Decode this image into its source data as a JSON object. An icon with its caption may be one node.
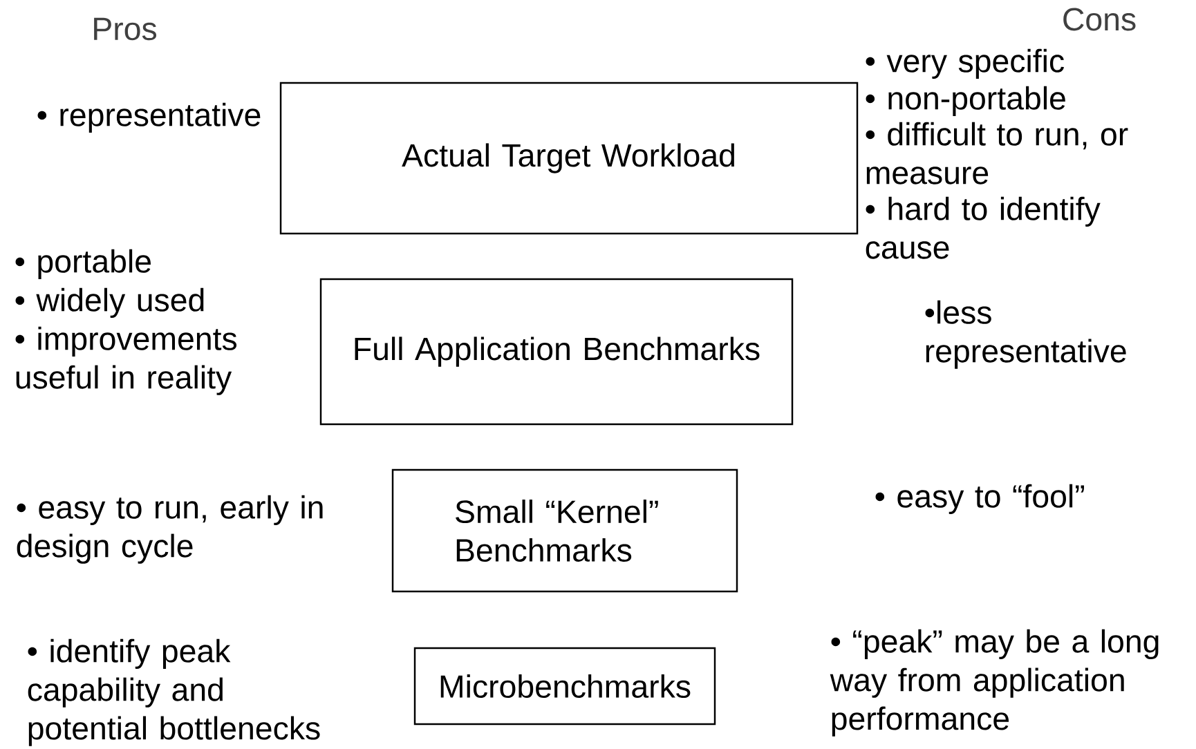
{
  "diagram": {
    "nodes": [
      {
        "text": [
          "Actual Target Workload"
        ]
      },
      {
        "text": [
          "Full Application Benchmarks"
        ]
      },
      {
        "text": [
          "Small “Kernel” Benchmarks"
        ]
      },
      {
        "text": [
          "Microbenchmarks"
        ]
      }
    ],
    "labels": [
      "Pros",
      "Cons",
      "• representative",
      "• very specific",
      "• non-portable",
      "• difficult to run, or measure",
      "• hard to identify cause",
      "• portable",
      "• widely used",
      "• improvements useful in reality",
      "•less representative",
      "• easy to run, early in design cycle",
      "• easy to “fool”",
      "• identify peak capability and potential bottlenecks",
      "• “peak” may be a long way from application performance"
    ]
  }
}
